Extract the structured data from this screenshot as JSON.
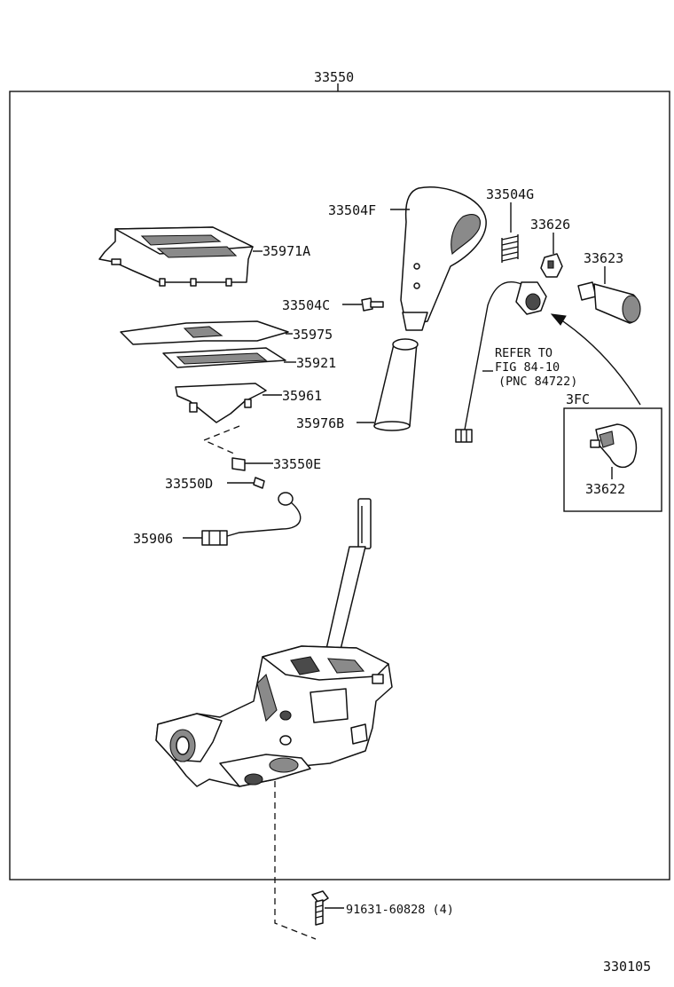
{
  "assembly_number": "33550",
  "figure_number": "330105",
  "parts": {
    "p35971A": "35971A",
    "p35975": "35975",
    "p35921": "35921",
    "p35961": "35961",
    "p33550E": "33550E",
    "p33550D": "33550D",
    "p35906": "35906",
    "p33504F": "33504F",
    "p33504C": "33504C",
    "p35976B": "35976B",
    "p33504G": "33504G",
    "p33626": "33626",
    "p33623": "33623",
    "p33622": "33622",
    "bolt": "91631-60828 (4)"
  },
  "refer": {
    "line1": "REFER TO",
    "line2": "FIG 84-10",
    "line3": "(PNC 84722)"
  },
  "inset_label": "3FC"
}
